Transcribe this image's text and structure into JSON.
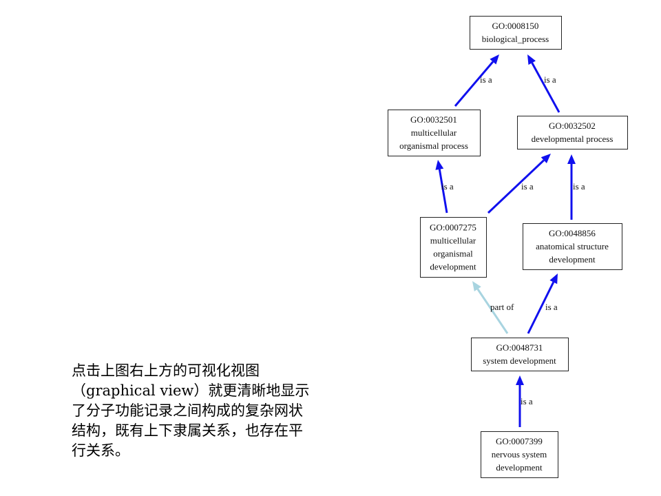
{
  "graph": {
    "nodes": [
      {
        "id": "GO:0008150",
        "lines": [
          "GO:0008150",
          "biological_process"
        ]
      },
      {
        "id": "GO:0032501",
        "lines": [
          "GO:0032501",
          "multicellular",
          "organismal process"
        ]
      },
      {
        "id": "GO:0032502",
        "lines": [
          "GO:0032502",
          "developmental process"
        ]
      },
      {
        "id": "GO:0007275",
        "lines": [
          "GO:0007275",
          "multicellular",
          "organismal",
          "development"
        ]
      },
      {
        "id": "GO:0048856",
        "lines": [
          "GO:0048856",
          "anatomical structure",
          "development"
        ]
      },
      {
        "id": "GO:0048731",
        "lines": [
          "GO:0048731",
          "system development"
        ]
      },
      {
        "id": "GO:0007399",
        "lines": [
          "GO:0007399",
          "nervous system",
          "development"
        ]
      }
    ],
    "edges": [
      {
        "from": "GO:0032501",
        "to": "GO:0008150",
        "relation": "is a"
      },
      {
        "from": "GO:0032502",
        "to": "GO:0008150",
        "relation": "is a"
      },
      {
        "from": "GO:0007275",
        "to": "GO:0032501",
        "relation": "is a"
      },
      {
        "from": "GO:0007275",
        "to": "GO:0032502",
        "relation": "is a"
      },
      {
        "from": "GO:0048856",
        "to": "GO:0032502",
        "relation": "is a"
      },
      {
        "from": "GO:0048731",
        "to": "GO:0007275",
        "relation": "part of"
      },
      {
        "from": "GO:0048731",
        "to": "GO:0048856",
        "relation": "is a"
      },
      {
        "from": "GO:0007399",
        "to": "GO:0048731",
        "relation": "is a"
      }
    ],
    "colors": {
      "is a": "#1010ee",
      "part of": "#a8d4e0"
    }
  },
  "note": {
    "lines": [
      "点击上图右上方的可视化视图",
      "（graphical view）就更清晰地显示",
      "了分子功能记录之间构成的复杂网状",
      "结构，既有上下隶属关系，也存在平",
      "行关系。"
    ]
  }
}
